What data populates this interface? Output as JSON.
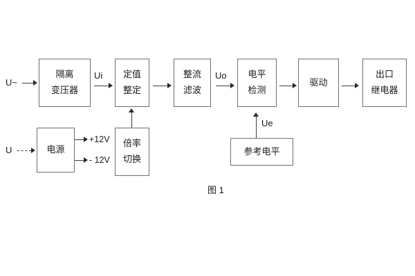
{
  "figure": {
    "caption": "图 1",
    "background_color": "#ffffff",
    "box_border_color": "#6f6f6f",
    "line_color": "#3a3a3a",
    "text_color": "#1a1a1a"
  },
  "blocks": [
    {
      "id": "isolation-transformer",
      "line1": "隔离",
      "line2": "变压器"
    },
    {
      "id": "setpoint-setting",
      "line1": "定值",
      "line2": "整定"
    },
    {
      "id": "rectify-filter",
      "line1": "整流",
      "line2": "滤波"
    },
    {
      "id": "level-detection",
      "line1": "电平",
      "line2": "检测"
    },
    {
      "id": "drive",
      "line1": "驱动",
      "line2": ""
    },
    {
      "id": "output-relay",
      "line1": "出口",
      "line2": "继电器"
    },
    {
      "id": "power-supply",
      "line1": "电源",
      "line2": ""
    },
    {
      "id": "multiplier-switch",
      "line1": "倍率",
      "line2": "切换"
    },
    {
      "id": "reference-level",
      "line1": "参考电平",
      "line2": ""
    }
  ],
  "signals": {
    "input_ac": "U~",
    "input_dc": "U",
    "ui": "Ui",
    "uo": "Uo",
    "ue": "Ue",
    "rail_positive": "+12V",
    "rail_negative": "- 12V"
  }
}
